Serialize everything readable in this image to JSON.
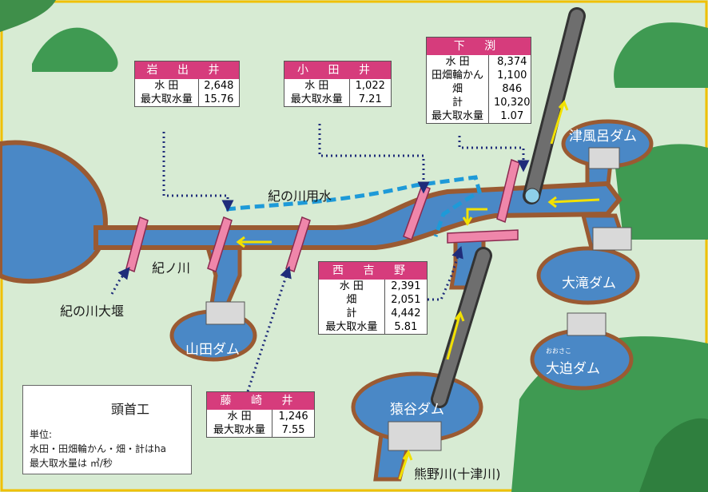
{
  "boxes": {
    "iwadei": {
      "title": "岩 出 井",
      "rows": [
        [
          "水 田",
          "2,648"
        ],
        [
          "最大取水量",
          "15.76"
        ]
      ]
    },
    "odai": {
      "title": "小 田 井",
      "rows": [
        [
          "水 田",
          "1,022"
        ],
        [
          "最大取水量",
          "7.21"
        ]
      ]
    },
    "shimobuchi": {
      "title": "下 渕",
      "rows": [
        [
          "水 田",
          "8,374"
        ],
        [
          "田畑輪かん",
          "1,100"
        ],
        [
          "畑",
          "846"
        ],
        [
          "計",
          "10,320"
        ],
        [
          "最大取水量",
          "1.07"
        ]
      ]
    },
    "nishiyoshino": {
      "title": "西 吉 野",
      "rows": [
        [
          "水 田",
          "2,391"
        ],
        [
          "畑",
          "2,051"
        ],
        [
          "計",
          "4,442"
        ],
        [
          "最大取水量",
          "5.81"
        ]
      ]
    },
    "fujisakii": {
      "title": "藤 崎 井",
      "rows": [
        [
          "水 田",
          "1,246"
        ],
        [
          "最大取水量",
          "7.55"
        ]
      ]
    }
  },
  "labels": {
    "kinokawa_yosui": "紀の川用水",
    "kinokawa": "紀ノ川",
    "kinokawa_dam": "紀の川大堰",
    "kumano": "熊野川(十津川)"
  },
  "dams": {
    "yamada": "山田ダム",
    "tsuburo": "津風呂ダム",
    "otaki": "大滝ダム",
    "osako": "大迫ダム",
    "osako_ruby": "おおさこ",
    "sarutani": "猿谷ダム"
  },
  "legend": {
    "headworks": "頭首工",
    "unit_title": "単位:",
    "unit_line1": "水田・田畑輪かん・畑・計はha",
    "unit_line2": "最大取水量は ㎥/秒"
  },
  "colors": {
    "background": "#d7ebd3",
    "water": "#4a88c6",
    "bank": "#9a5a32",
    "headworks": "#ef86aa",
    "header": "#d63c7c",
    "canal": "#1e9ad8",
    "arrow": "#f2e100",
    "tunnel": "#575757"
  }
}
